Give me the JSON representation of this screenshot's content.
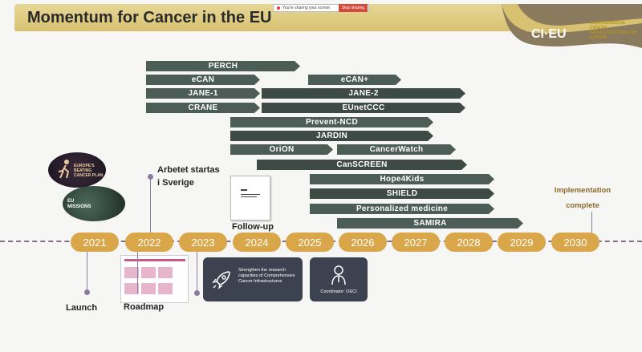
{
  "banner": {
    "title": "Momentum for Cancer in the EU"
  },
  "screen_share": {
    "message": "You're sharing your screen",
    "stop_label": "Stop sharing"
  },
  "logo": {
    "name": "CI·EU",
    "subtitle": "COMPREHENSIVE CANCER INFRASTRUCTURE FOR EUROPE"
  },
  "projects": [
    "PERCH",
    "eCAN",
    "eCAN+",
    "JANE-1",
    "JANE-2",
    "CRANE",
    "EUnetCCC",
    "Prevent-NCD",
    "JARDIN",
    "OriON",
    "CancerWatch",
    "CanSCREEN",
    "Hope4Kids",
    "SHIELD",
    "Personalized medicine",
    "SAMIRA"
  ],
  "years": [
    "2021",
    "2022",
    "2023",
    "2024",
    "2025",
    "2026",
    "2027",
    "2028",
    "2029",
    "2030"
  ],
  "labels": {
    "launch": "Launch",
    "roadmap": "Roadmap",
    "arbetet_line1": "Arbetet startas",
    "arbetet_line2": "i Sverige",
    "followup": "Follow-up",
    "impl_line1": "Implementation",
    "impl_line2": "complete"
  },
  "badge": {
    "europe_plan": "EUROPE'S BEATING CANCER PLAN",
    "missions_line1": "EU",
    "missions_line2": "MISSIONS"
  },
  "cards": {
    "card1_text": "Strengthen the research capacities of Comprehensive Cancer Infrastructures",
    "card2_text": "Coordinator: OECI"
  },
  "icons": [
    "rocket-icon",
    "person-icon"
  ]
}
